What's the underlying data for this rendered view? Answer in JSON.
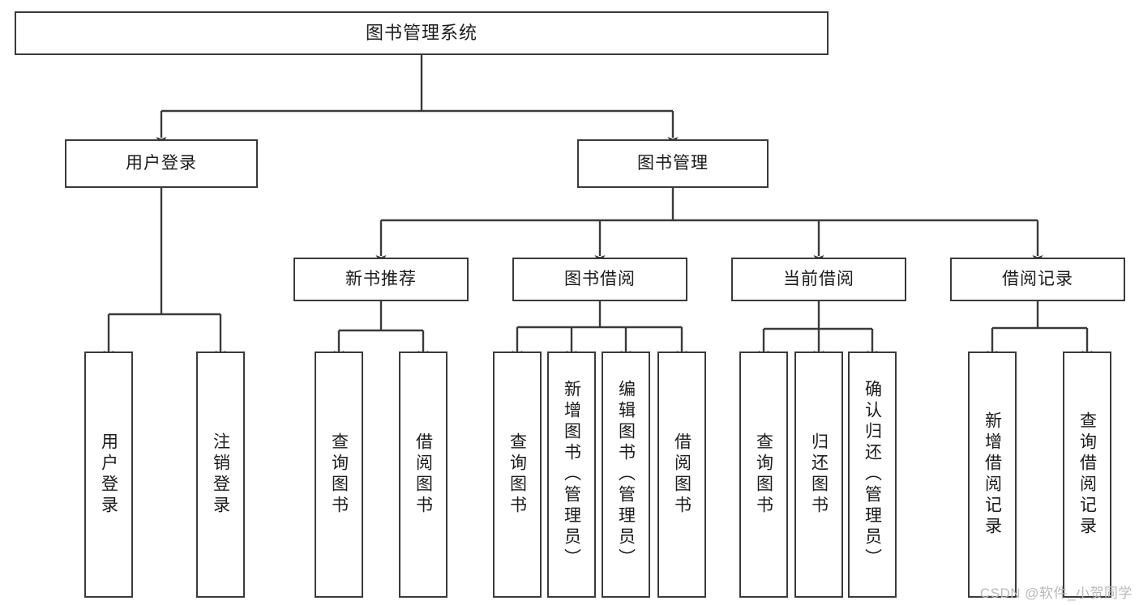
{
  "diagram": {
    "type": "tree-hierarchy",
    "title": "图书管理系统",
    "watermark": "CSDN @软件_小贺同学",
    "colors": {
      "box_border": "#3a3a3a",
      "box_fill": "#ffffff",
      "connector": "#3a3a3a",
      "text": "#1b1b1b",
      "watermark": "#b9b9b9",
      "background": "#ffffff"
    },
    "root": {
      "label": "图书管理系统"
    },
    "level1": [
      {
        "id": "user-login",
        "label": "用户登录"
      },
      {
        "id": "book-management",
        "label": "图书管理"
      }
    ],
    "level2": [
      {
        "id": "new-book-recommend",
        "label": "新书推荐",
        "parent": "book-management"
      },
      {
        "id": "book-borrow",
        "label": "图书借阅",
        "parent": "book-management"
      },
      {
        "id": "current-borrow",
        "label": "当前借阅",
        "parent": "book-management"
      },
      {
        "id": "borrow-record",
        "label": "借阅记录",
        "parent": "book-management"
      }
    ],
    "leaves": {
      "user-login": [
        {
          "id": "leaf-user-login",
          "label": "用户登录"
        },
        {
          "id": "leaf-logout-login",
          "label": "注销登录"
        }
      ],
      "new-book-recommend": [
        {
          "id": "leaf-query-book-1",
          "label": "查询图书"
        },
        {
          "id": "leaf-borrow-book-1",
          "label": "借阅图书"
        }
      ],
      "book-borrow": [
        {
          "id": "leaf-query-book-2",
          "label": "查询图书"
        },
        {
          "id": "leaf-add-book",
          "label": "新增图书（管理员）"
        },
        {
          "id": "leaf-edit-book",
          "label": "编辑图书（管理员）"
        },
        {
          "id": "leaf-borrow-book-2",
          "label": "借阅图书"
        }
      ],
      "current-borrow": [
        {
          "id": "leaf-query-book-3",
          "label": "查询图书"
        },
        {
          "id": "leaf-return-book",
          "label": "归还图书"
        },
        {
          "id": "leaf-confirm-return",
          "label": "确认归还（管理员）"
        }
      ],
      "borrow-record": [
        {
          "id": "leaf-add-record",
          "label": "新增借阅记录"
        },
        {
          "id": "leaf-query-record",
          "label": "查询借阅记录"
        }
      ]
    }
  }
}
